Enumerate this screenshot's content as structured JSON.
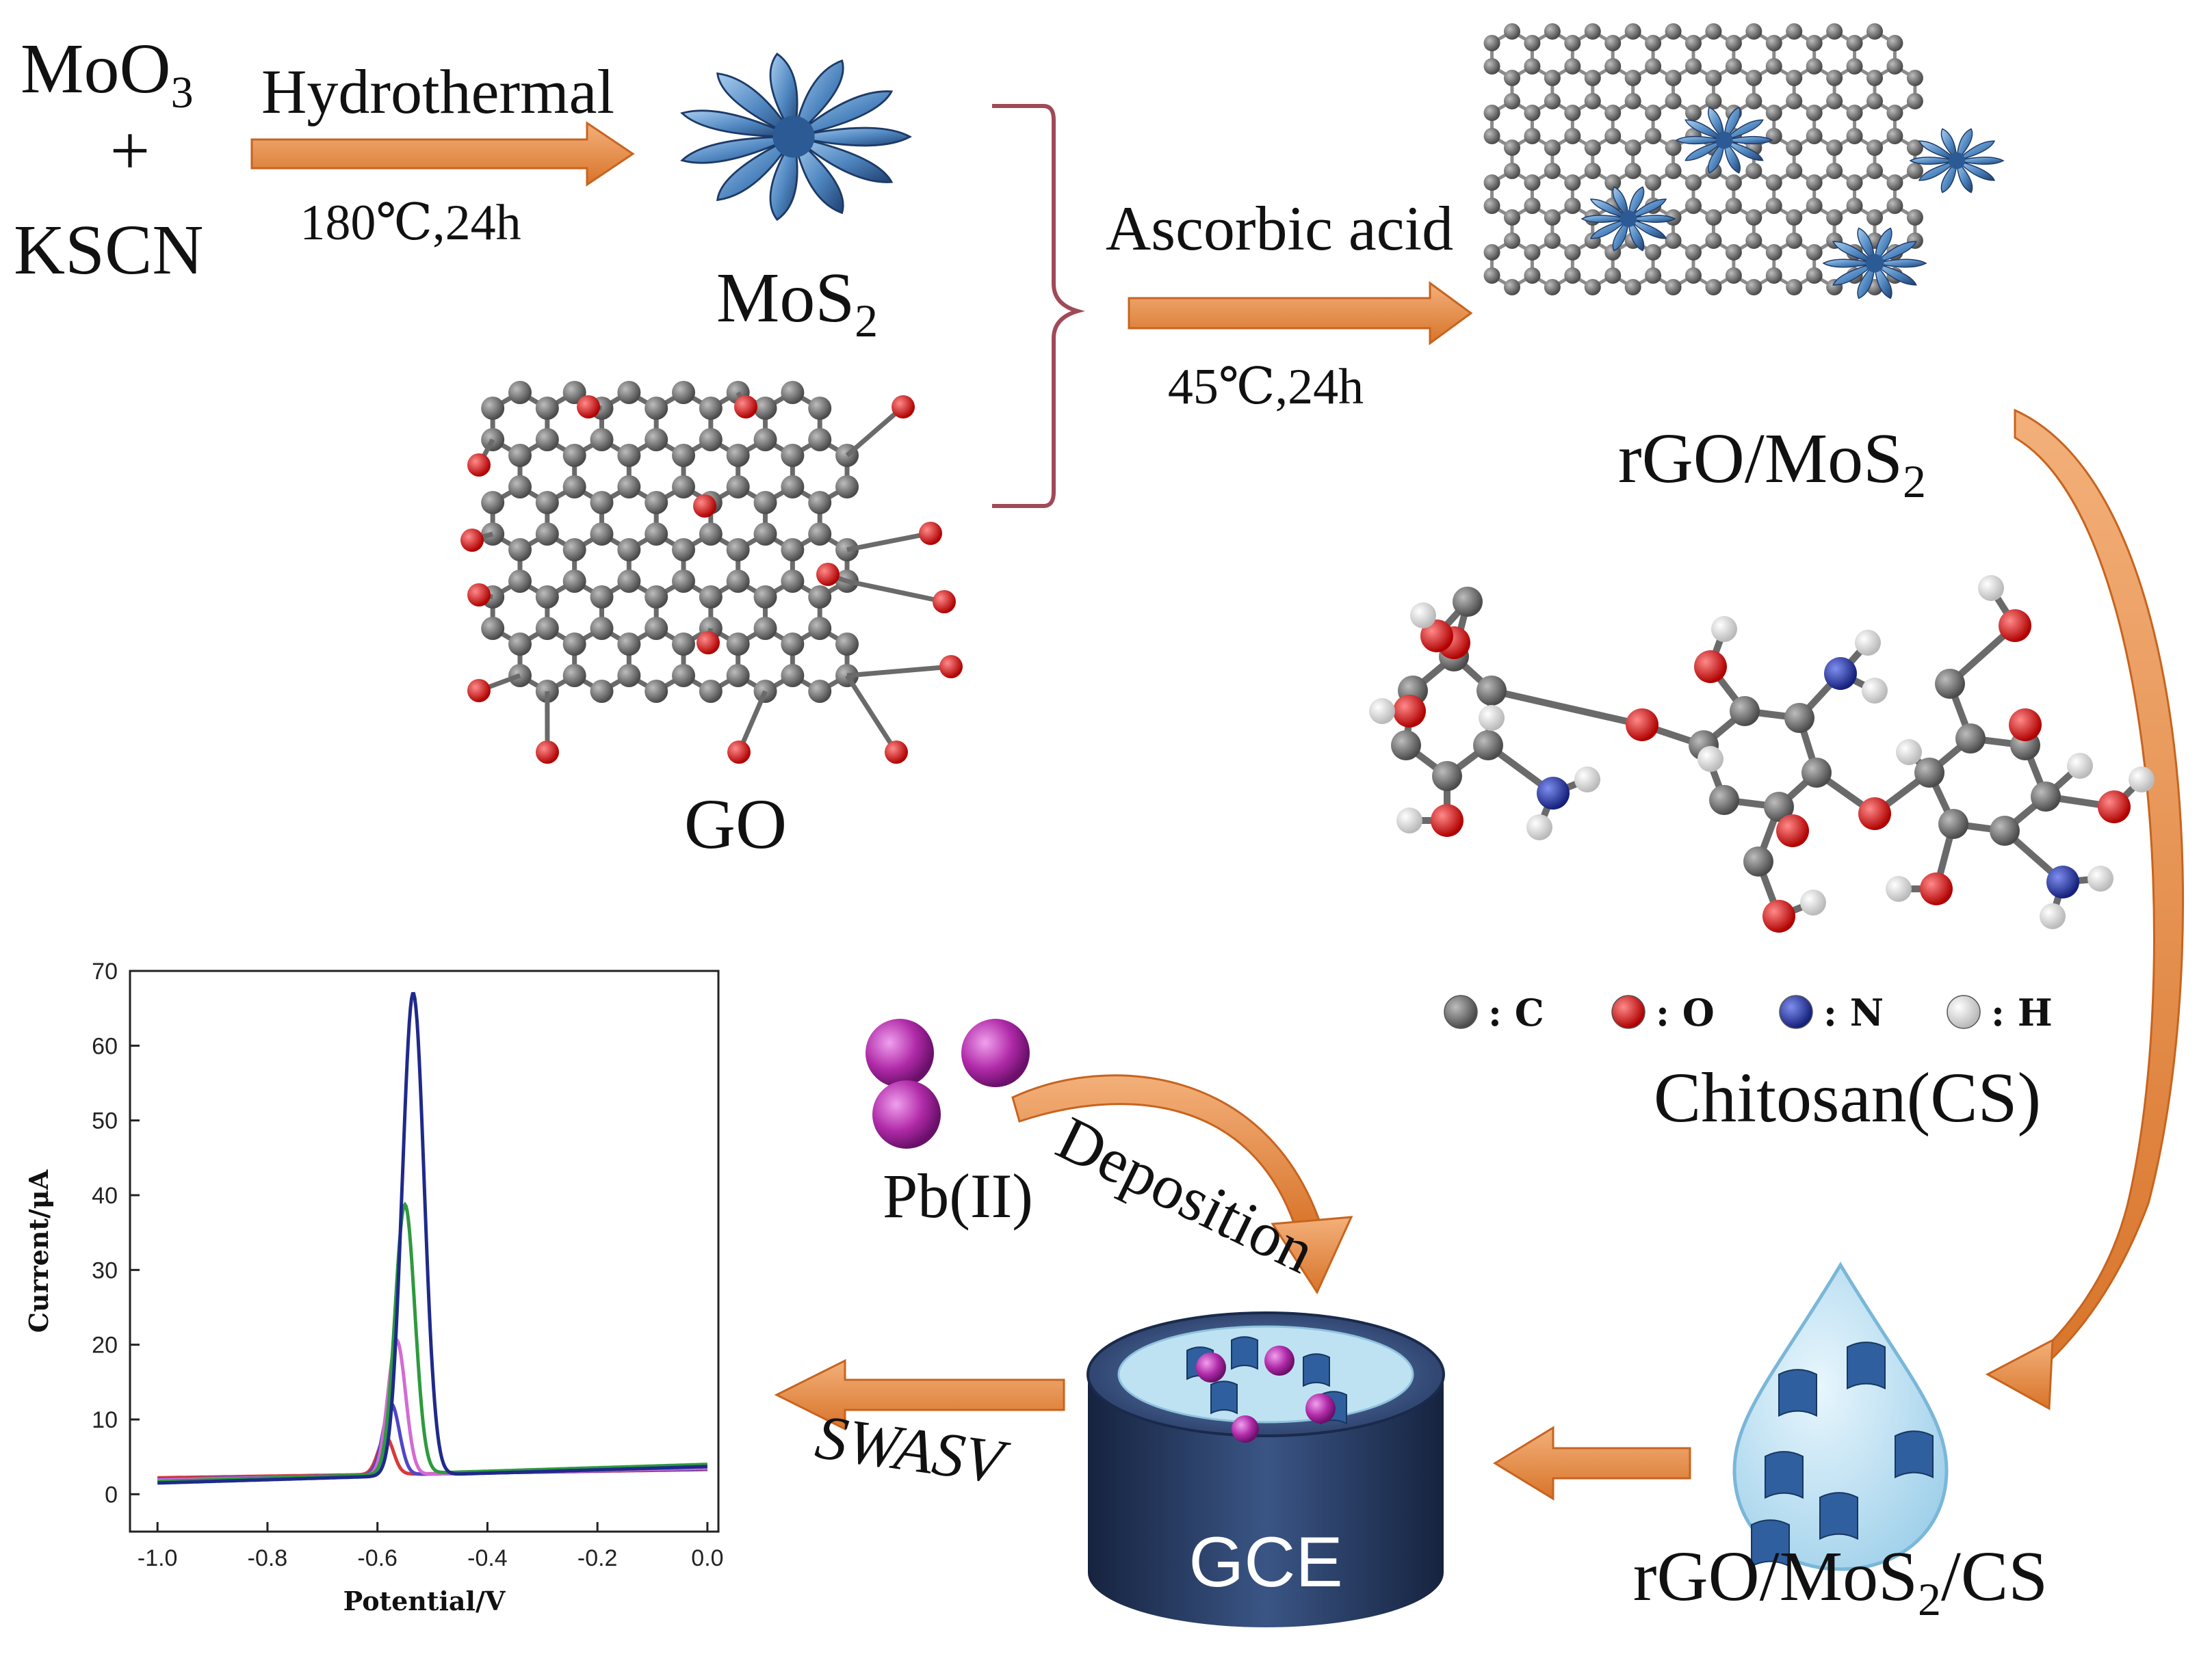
{
  "reactants": {
    "line1": "MoO",
    "line1_sub": "3",
    "plus": "+",
    "line2": "KSCN"
  },
  "steps": {
    "hydrothermal_label": "Hydrothermal",
    "hydrothermal_cond": "180℃,24h",
    "ascorbic_label": "Ascorbic acid",
    "ascorbic_cond": "45℃,24h",
    "deposition_label": "Deposition",
    "swasv_label": "SWASV"
  },
  "materials": {
    "mos2": "MoS",
    "mos2_sub": "2",
    "go": "GO",
    "rgo_mos2_a": "rGO/MoS",
    "rgo_mos2_sub": "2",
    "chitosan": "Chitosan(CS)",
    "rgo_mos2_cs_a": "rGO/MoS",
    "rgo_mos2_cs_sub": "2",
    "rgo_mos2_cs_b": "/CS",
    "pb": "Pb(II)",
    "gce": "GCE"
  },
  "legend": [
    {
      "symbol": "C",
      "label": ": C",
      "color": "#6e6e6e"
    },
    {
      "symbol": "O",
      "label": ": O",
      "color": "#d81818"
    },
    {
      "symbol": "N",
      "label": ": N",
      "color": "#2a3aa8"
    },
    {
      "symbol": "H",
      "label": ": H",
      "color": "#f2f2f2"
    }
  ],
  "colors": {
    "arrow": "#e2873a",
    "mos2": "#4f86c0",
    "carbon": "#6e6e6e",
    "oxygen": "#d81818",
    "nitrogen": "#2a3aa8",
    "hydrogen": "#f2f2f2",
    "pb": "#b02aa8",
    "gce_body": "#23345a",
    "drop": "#bfe2f3"
  },
  "chart_data": {
    "type": "line",
    "xlabel": "Potential/V",
    "ylabel": "Current/μA",
    "xlim": [
      -1.05,
      0.02
    ],
    "ylim": [
      -5,
      70
    ],
    "xticks": [
      -1.0,
      -0.8,
      -0.6,
      -0.4,
      -0.2,
      0.0
    ],
    "xtick_labels": [
      "-1.0",
      "-0.8",
      "-0.6",
      "-0.4",
      "-0.2",
      "0.0"
    ],
    "yticks": [
      0,
      10,
      20,
      30,
      40,
      50,
      60,
      70
    ],
    "ytick_labels": [
      "0",
      "10",
      "20",
      "30",
      "40",
      "50",
      "60",
      "70"
    ],
    "series": [
      {
        "color": "#d93a3a",
        "peak_x": -0.585,
        "peak_y": 5,
        "width": 0.014,
        "base_start": 2.2,
        "base_end": 3.3
      },
      {
        "color": "#5046c8",
        "peak_x": -0.575,
        "peak_y": 9.5,
        "width": 0.015,
        "base_start": 2.0,
        "base_end": 3.4
      },
      {
        "color": "#d36bd3",
        "peak_x": -0.565,
        "peak_y": 18,
        "width": 0.016,
        "base_start": 1.9,
        "base_end": 3.5
      },
      {
        "color": "#2e9a3e",
        "peak_x": -0.55,
        "peak_y": 36,
        "width": 0.018,
        "base_start": 1.7,
        "base_end": 4.0
      },
      {
        "color": "#1f2a8a",
        "peak_x": -0.535,
        "peak_y": 64.5,
        "width": 0.02,
        "base_start": 1.5,
        "base_end": 3.7
      }
    ]
  }
}
